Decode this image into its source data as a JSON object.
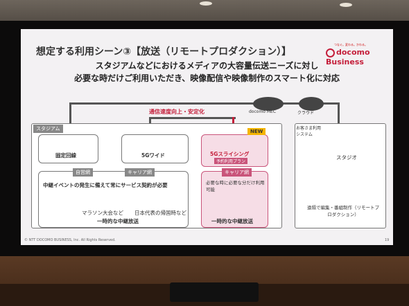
{
  "slide": {
    "title": "想定する利用シーン③【放送（リモートプロダクション）】",
    "brand_tagline": "つなぐ。変わる。かわる。",
    "brand": "docomo Business",
    "subtitle_line1": "スタジアムなどにおけるメディアの大容量伝送ニーズに対し",
    "subtitle_line2": "必要な時だけご利用いただき、映像配信や映像制作のスマート化に対応",
    "network_label": "通信速度向上・安定化",
    "mec_label": "docomo MEC",
    "cloud_label": "クラウド",
    "stadium_label": "スタジアム",
    "fixed_line": "固定回線",
    "wide_5g": "5Gワイド",
    "new_badge": "NEW",
    "slicing_5g": "5Gスライシング",
    "reserve_plan": "予約利用プラン",
    "own_network": "自営網",
    "carrier_network1": "キャリア網",
    "carrier_network2": "キャリア網",
    "event_text": "中継イベントの発生に備えて常にサービス契約が必要",
    "marathon": "マラソン大会など",
    "japan_return": "日本代表の帰国時など",
    "temp_broadcast1": "一時的な中継放送",
    "on_demand": "必要な時に必要な分だけ利用可能",
    "temp_broadcast2": "一時的な中継放送",
    "customer_label": "お客さま利用システム",
    "studio": "スタジオ",
    "remote_edit": "遠隔で編集・番組制作（リモートプロダクション）",
    "copyright": "© NTT DOCOMO BUSINESS, Inc. All Rights Reserved.",
    "page_number": "19"
  },
  "colors": {
    "accent": "#c41e3a",
    "pink_bg": "#f6dde6",
    "gray": "#888888"
  }
}
